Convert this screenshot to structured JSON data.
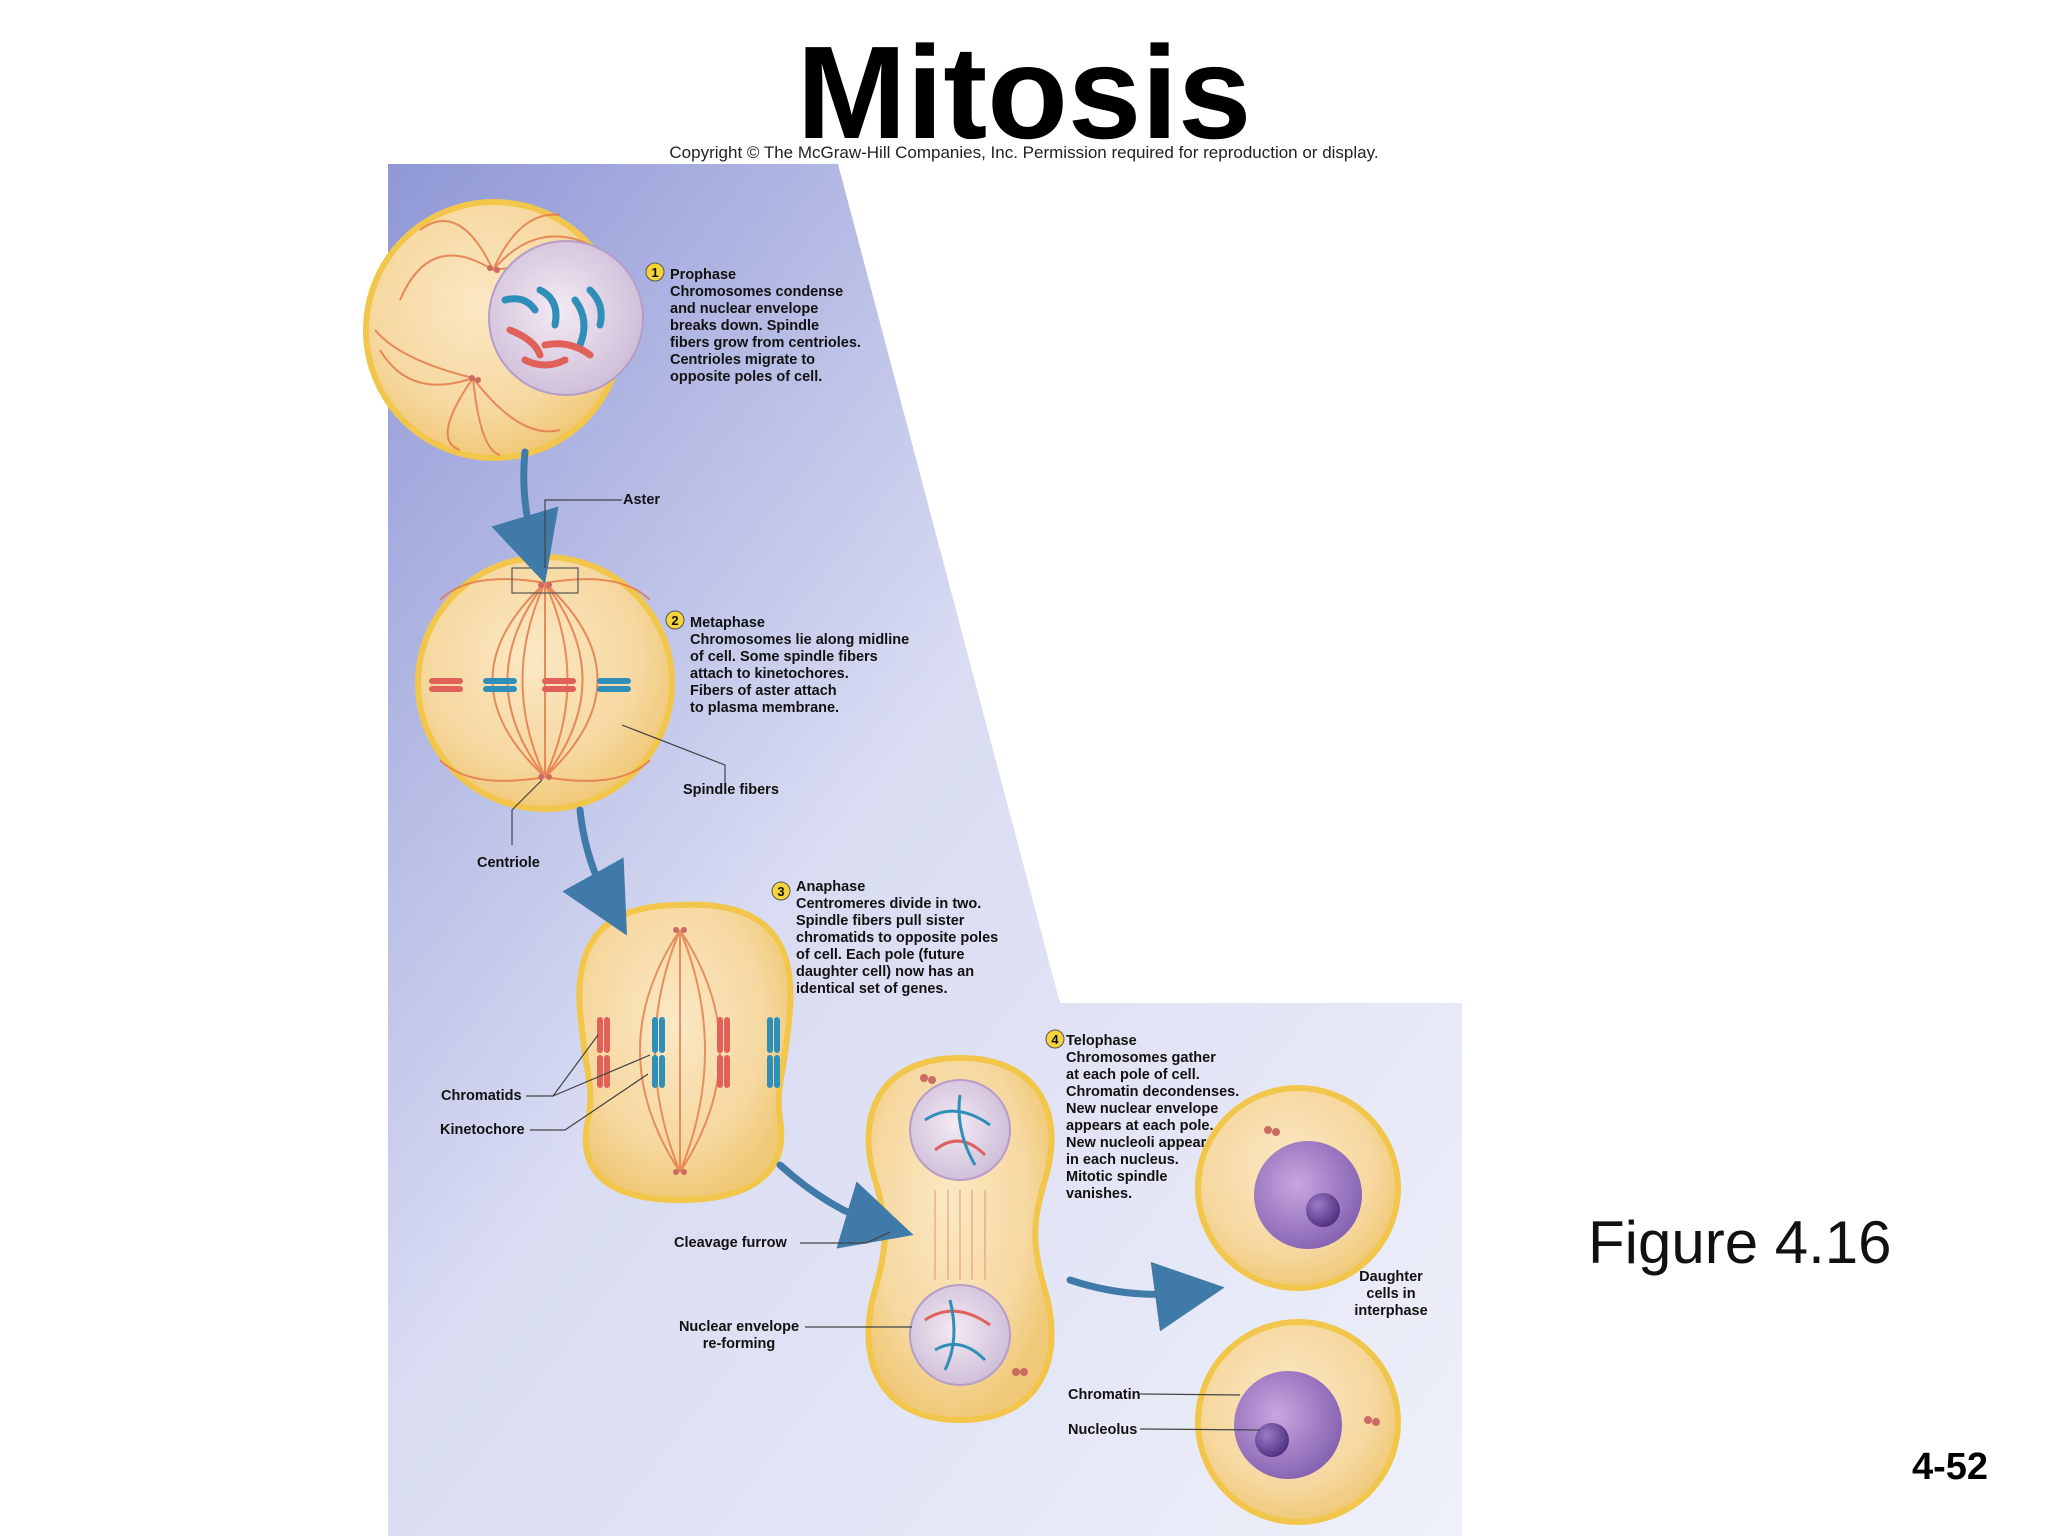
{
  "title": "Mitosis",
  "copyright": "Copyright © The McGraw-Hill Companies, Inc. Permission required for reproduction or display.",
  "figure_label": "Figure 4.16",
  "slide_number": "4-52",
  "stages": [
    {
      "number": "1",
      "name": "Prophase",
      "lines": [
        "Chromosomes condense",
        "and nuclear envelope",
        "breaks down. Spindle",
        "fibers grow from centrioles.",
        "Centrioles migrate to",
        "opposite poles of cell."
      ]
    },
    {
      "number": "2",
      "name": "Metaphase",
      "lines": [
        "Chromosomes lie along midline",
        "of cell. Some spindle fibers",
        "attach to kinetochores.",
        "Fibers of aster attach",
        "to plasma membrane."
      ]
    },
    {
      "number": "3",
      "name": "Anaphase",
      "lines": [
        "Centromeres divide in two.",
        "Spindle fibers pull sister",
        "chromatids to opposite poles",
        "of cell. Each pole (future",
        "daughter cell) now has an",
        "identical set of genes."
      ]
    },
    {
      "number": "4",
      "name": "Telophase",
      "lines": [
        "Chromosomes gather",
        "at each pole of cell.",
        "Chromatin decondenses.",
        "New nuclear envelope",
        "appears at each pole.",
        "New nucleoli appear",
        "in each nucleus.",
        "Mitotic spindle",
        "vanishes."
      ]
    }
  ],
  "labels": {
    "aster": "Aster",
    "spindle_fibers": "Spindle fibers",
    "centriole": "Centriole",
    "chromatids": "Chromatids",
    "kinetochore": "Kinetochore",
    "cleavage_furrow": "Cleavage furrow",
    "nuclear_envelope": [
      "Nuclear envelope",
      "re-forming"
    ],
    "daughter_cells": [
      "Daughter",
      "cells in",
      "interphase"
    ],
    "chromatin": "Chromatin",
    "nucleolus": "Nucleolus"
  },
  "colors": {
    "panel": "#c9cdea",
    "cell": "#f6d9a4",
    "membrane": "#f2c64a",
    "chromosome_red": "#e0605a",
    "chromosome_blue": "#2f8fb8",
    "nucleolus": "#6a4c9e",
    "arrow": "#3f7aa8"
  }
}
